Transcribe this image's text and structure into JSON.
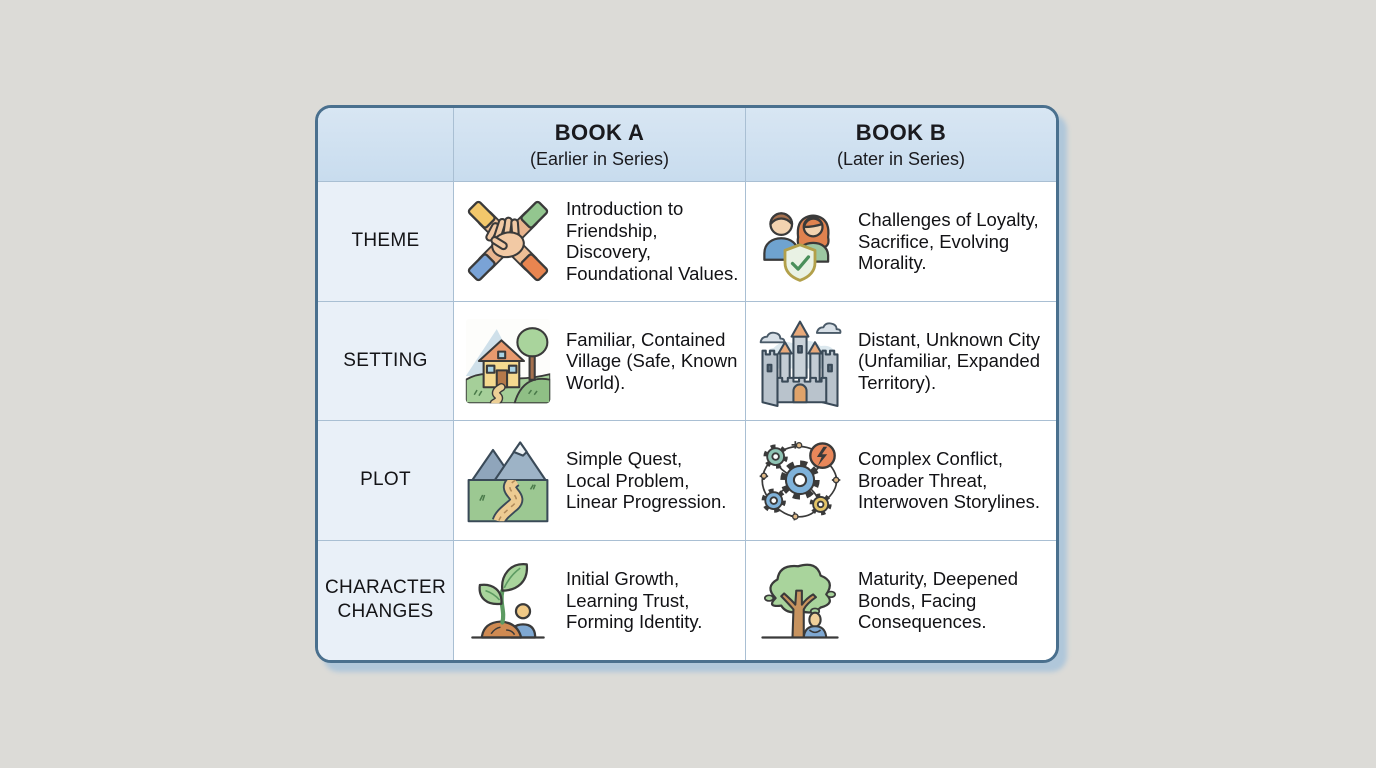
{
  "page": {
    "background": "#dcdbd7"
  },
  "table": {
    "colors": {
      "header_bg": "#cfe0f0",
      "label_column_bg": "#e9f0f8",
      "cell_bg": "#ffffff",
      "grid_line": "#a9bfd3",
      "outer_border": "#4a708e",
      "shadow": "#b0c7da",
      "text": "#141417"
    },
    "header": {
      "book_a_title": "BOOK A",
      "book_a_subtitle": "(Earlier in Series)",
      "book_b_title": "BOOK B",
      "book_b_subtitle": "(Later in Series)"
    },
    "rows": [
      {
        "label": "THEME",
        "book_a": {
          "icon": "teamwork-hands-icon",
          "text": "Introduction to\nFriendship, Discovery,\nFoundational Values."
        },
        "book_b": {
          "icon": "people-shield-icon",
          "text": "Challenges of Loyalty,\nSacrifice, Evolving\nMorality."
        }
      },
      {
        "label": "SETTING",
        "book_a": {
          "icon": "village-house-icon",
          "text": "Familiar, Contained\nVillage (Safe, Known\nWorld)."
        },
        "book_b": {
          "icon": "castle-city-icon",
          "text": "Distant, Unknown City\n(Unfamiliar, Expanded\nTerritory)."
        }
      },
      {
        "label": "PLOT",
        "book_a": {
          "icon": "winding-path-icon",
          "text": "Simple Quest,\nLocal Problem,\nLinear Progression."
        },
        "book_b": {
          "icon": "gears-network-icon",
          "text": "Complex Conflict,\nBroader Threat,\nInterwoven Storylines."
        }
      },
      {
        "label": "CHARACTER CHANGES",
        "book_a": {
          "icon": "sprout-person-icon",
          "text": "Initial Growth,\nLearning Trust,\nForming Identity."
        },
        "book_b": {
          "icon": "mature-tree-person-icon",
          "text": "Maturity, Deepened\nBonds, Facing\nConsequences."
        }
      }
    ]
  }
}
